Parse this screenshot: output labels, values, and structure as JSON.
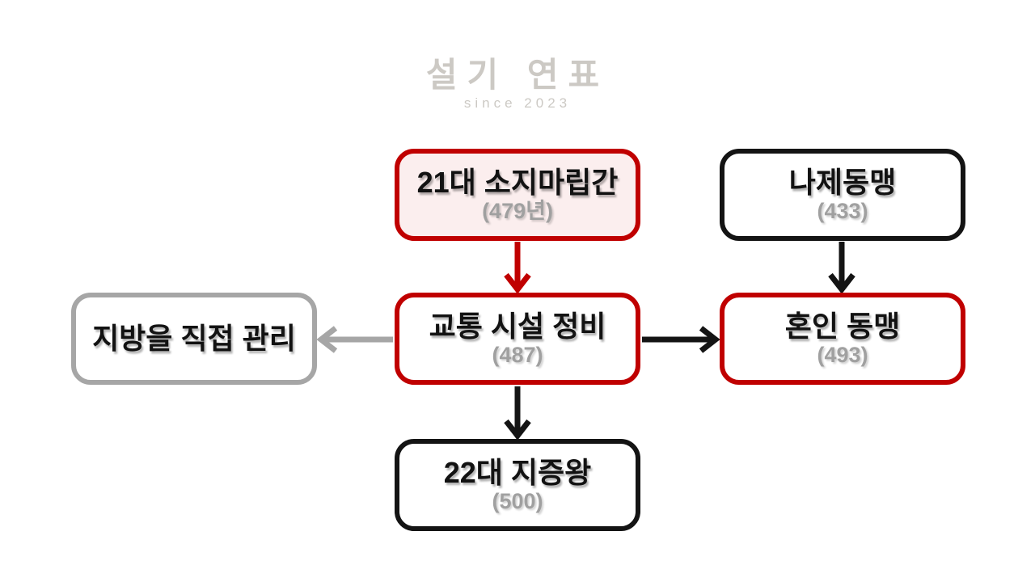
{
  "watermark": {
    "title": "설기 연표",
    "subtitle": "since 2023"
  },
  "colors": {
    "red": "#c00000",
    "black": "#141414",
    "gray": "#a6a6a6",
    "graytext": "#a0a0a0",
    "pink": "#fbeeee",
    "wm": "#ccc9c4"
  },
  "nodes": [
    {
      "id": "soji-maripgan",
      "label": "21대 소지마립간",
      "sublabel": "(479년)",
      "border": "red",
      "fill": "pink"
    },
    {
      "id": "naje-alliance",
      "label": "나제동맹",
      "sublabel": "(433)",
      "border": "black",
      "fill": "white"
    },
    {
      "id": "transport-upgrade",
      "label": "교통 시설 정비",
      "sublabel": "(487)",
      "border": "red",
      "fill": "white"
    },
    {
      "id": "direct-local-rule",
      "label": "지방을 직접 관리",
      "sublabel": "",
      "border": "gray",
      "fill": "white"
    },
    {
      "id": "marriage-alliance",
      "label": "혼인 동맹",
      "sublabel": "(493)",
      "border": "red",
      "fill": "white"
    },
    {
      "id": "jijeung-wang",
      "label": "22대 지증왕",
      "sublabel": "(500)",
      "border": "black",
      "fill": "white"
    }
  ],
  "edges": [
    {
      "from": "21대 소지마립간",
      "to": "교통 시설 정비",
      "color": "red",
      "direction": "down"
    },
    {
      "from": "나제동맹",
      "to": "혼인 동맹",
      "color": "black",
      "direction": "down"
    },
    {
      "from": "교통 시설 정비",
      "to": "지방을 직접 관리",
      "color": "gray",
      "direction": "left"
    },
    {
      "from": "교통 시설 정비",
      "to": "혼인 동맹",
      "color": "black",
      "direction": "right"
    },
    {
      "from": "교통 시설 정비",
      "to": "22대 지증왕",
      "color": "black",
      "direction": "down"
    }
  ]
}
